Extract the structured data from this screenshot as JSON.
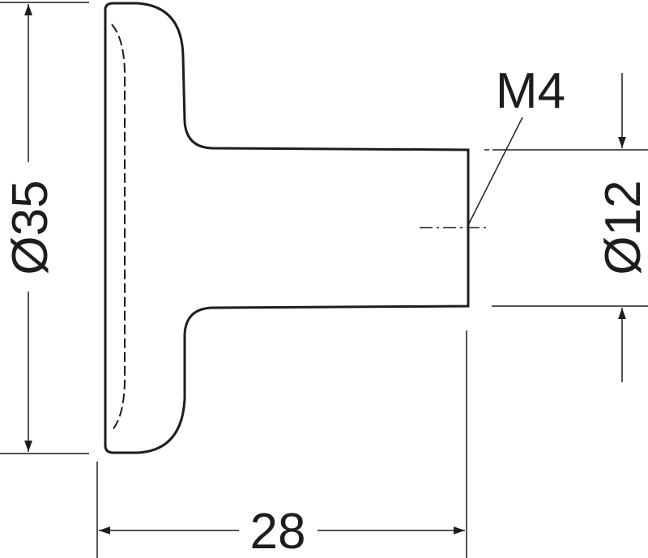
{
  "drawing": {
    "labels": {
      "head_diameter": "Ø35",
      "shaft_diameter": "Ø12",
      "length": "28",
      "thread": "M4"
    },
    "colors": {
      "line": "#1d1d1b",
      "background": "#ffffff"
    }
  }
}
